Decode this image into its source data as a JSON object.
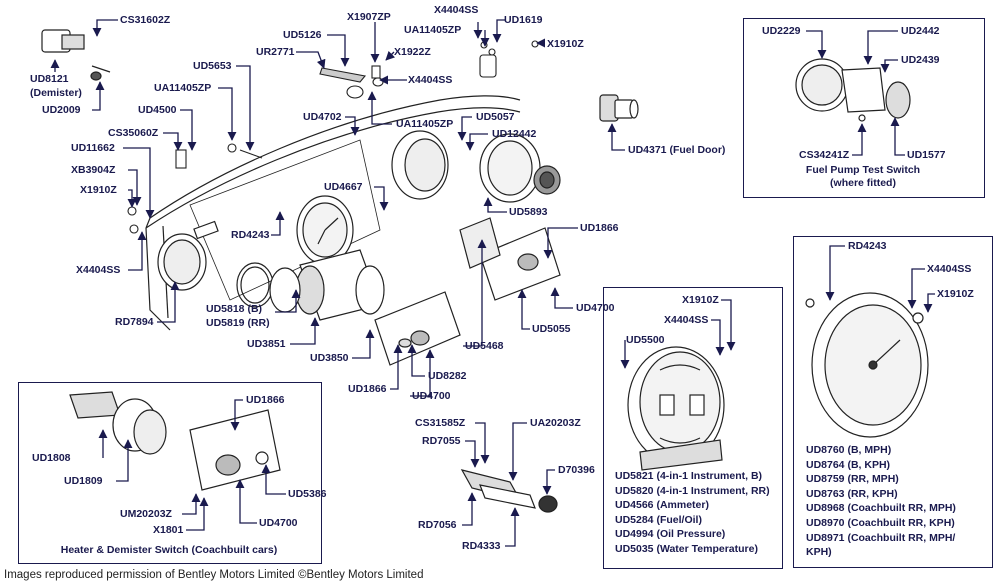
{
  "footer": "Images reproduced permission of Bentley Motors Limited ©Bentley Motors Limited",
  "labels": {
    "cs31602z": "CS31602Z",
    "ud8121": "UD8121",
    "demister": "(Demister)",
    "ud2009": "UD2009",
    "x1907zp": "X1907ZP",
    "x4404ss_top": "X4404SS",
    "ud5126": "UD5126",
    "ua11405zp_top": "UA11405ZP",
    "ud1619": "UD1619",
    "x1910z_top": "X1910Z",
    "x1922z": "X1922Z",
    "ur2771": "UR2771",
    "ud5653": "UD5653",
    "x4404ss_mid": "X4404SS",
    "ua11405zp_left": "UA11405ZP",
    "ud4500": "UD4500",
    "ud4702": "UD4702",
    "ua11405zp_mid": "UA11405ZP",
    "ud5057": "UD5057",
    "cs35060z": "CS35060Z",
    "ud12442": "UD12442",
    "ud11662": "UD11662",
    "ud4371": "UD4371 (Fuel Door)",
    "xb3904z": "XB3904Z",
    "ud4667": "UD4667",
    "x1910z_left": "X1910Z",
    "ud5893": "UD5893",
    "rd4243_mid": "RD4243",
    "ud1866_right": "UD1866",
    "x4404ss_left": "X4404SS",
    "ud4700_right": "UD4700",
    "ud5818": "UD5818 (B)",
    "ud5819": "UD5819 (RR)",
    "ud5055": "UD5055",
    "rd7894": "RD7894",
    "ud3851": "UD3851",
    "ud5468": "UD5468",
    "ud3850": "UD3850",
    "ud8282": "UD8282",
    "ud1866_mid": "UD1866",
    "ud4700_mid": "UD4700",
    "cs31585z": "CS31585Z",
    "ua20203z": "UA20203Z",
    "rd7055": "RD7055",
    "d70396": "D70396",
    "rd7056": "RD7056",
    "rd4333": "RD4333"
  },
  "fuel_box": {
    "ud2229": "UD2229",
    "ud2442": "UD2442",
    "ud2439": "UD2439",
    "cs34241z": "CS34241Z",
    "ud1577": "UD1577",
    "caption_line1": "Fuel Pump Test Switch",
    "caption_line2": "(where fitted)"
  },
  "heater_box": {
    "ud1866": "UD1866",
    "ud1808": "UD1808",
    "ud1809": "UD1809",
    "ud5386": "UD5386",
    "um20203z": "UM20203Z",
    "x1801": "X1801",
    "ud4700": "UD4700",
    "caption": "Heater & Demister Switch (Coachbuilt cars)"
  },
  "instrument_box": {
    "x1910z": "X1910Z",
    "x4404ss": "X4404SS",
    "ud5500": "UD5500",
    "items": [
      "UD5821 (4-in-1 Instrument, B)",
      "UD5820 (4-in-1 Instrument, RR)",
      "UD4566 (Ammeter)",
      "UD5284 (Fuel/Oil)",
      "UD4994 (Oil Pressure)",
      "UD5035 (Water Temperature)"
    ]
  },
  "speedo_box": {
    "rd4243": "RD4243",
    "x4404ss": "X4404SS",
    "x1910z": "X1910Z",
    "items": [
      "UD8760 (B, MPH)",
      "UD8764 (B, KPH)",
      "UD8759 (RR, MPH)",
      "UD8763 (RR, KPH)",
      "UD8968 (Coachbuilt RR, MPH)",
      "UD8970 (Coachbuilt RR, KPH)",
      "UD8971 (Coachbuilt RR, MPH/",
      "KPH)"
    ]
  },
  "colors": {
    "label": "#1a1a4e",
    "line": "#1a1a4e",
    "drawing": "#222222"
  }
}
